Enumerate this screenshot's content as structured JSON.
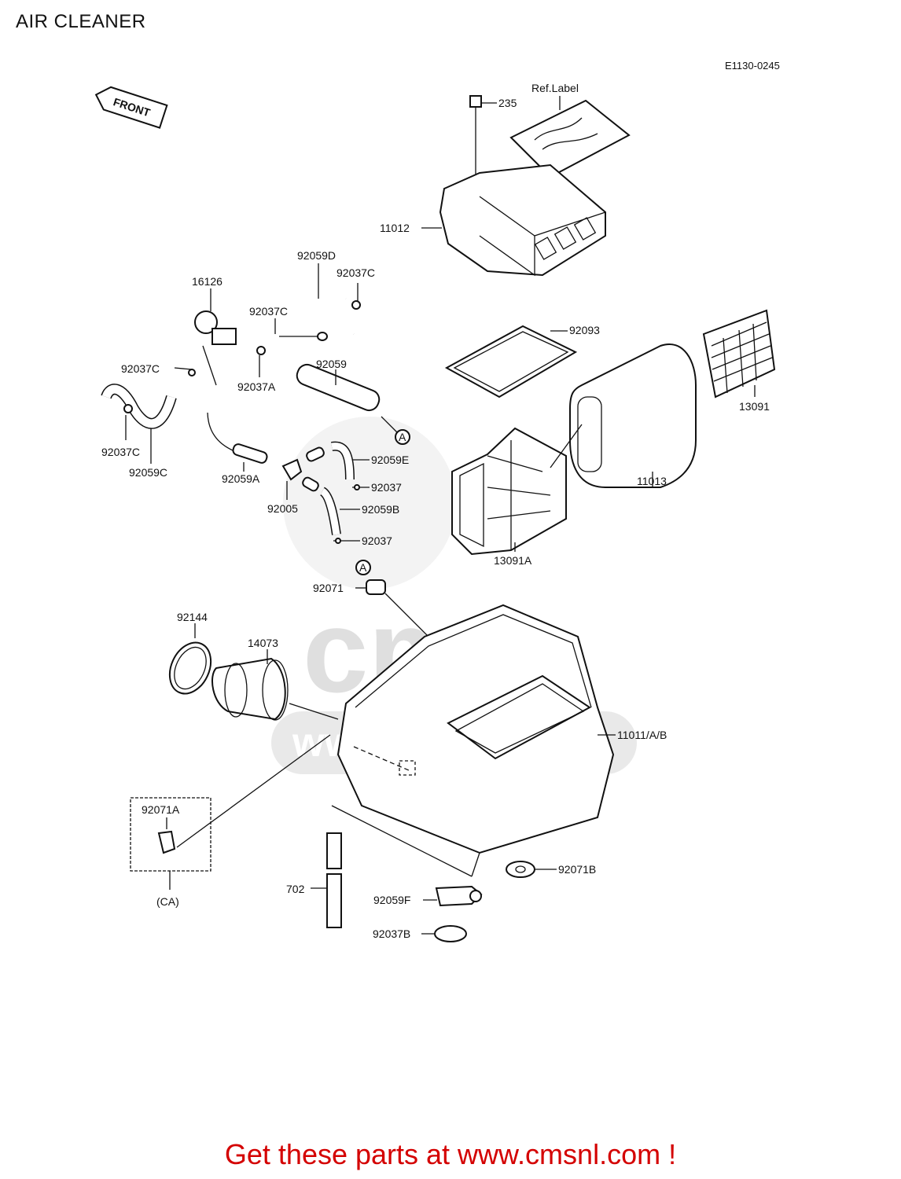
{
  "page": {
    "title": "AIR CLEANER",
    "diagram_code": "E1130-0245",
    "footer": "Get these parts at www.cmsnl.com !"
  },
  "watermark": {
    "text": "www.cmsnl.com",
    "letters": "cms"
  },
  "diagram": {
    "front_label": "FRONT",
    "ref_label": "Ref.Label",
    "marker_a": "A",
    "box_group": "(CA)",
    "parts": {
      "p235": "235",
      "p11012": "11012",
      "p92093": "92093",
      "p13091": "13091",
      "p11013": "11013",
      "p92059D": "92059D",
      "p92037C_a": "92037C",
      "p16126": "16126",
      "p92037C_b": "92037C",
      "p92059": "92059",
      "p92037A": "92037A",
      "p92037C_c": "92037C",
      "p92037C_d": "92037C",
      "p92059C": "92059C",
      "p92059A": "92059A",
      "p92059E": "92059E",
      "p92037_a": "92037",
      "p92005": "92005",
      "p92059B": "92059B",
      "p92037_b": "92037",
      "p13091A": "13091A",
      "p92071": "92071",
      "p92144": "92144",
      "p14073": "14073",
      "p11011AB": "11011/A/B",
      "p92071A": "92071A",
      "p702": "702",
      "p92059F": "92059F",
      "p92071B": "92071B",
      "p92037B": "92037B"
    }
  }
}
